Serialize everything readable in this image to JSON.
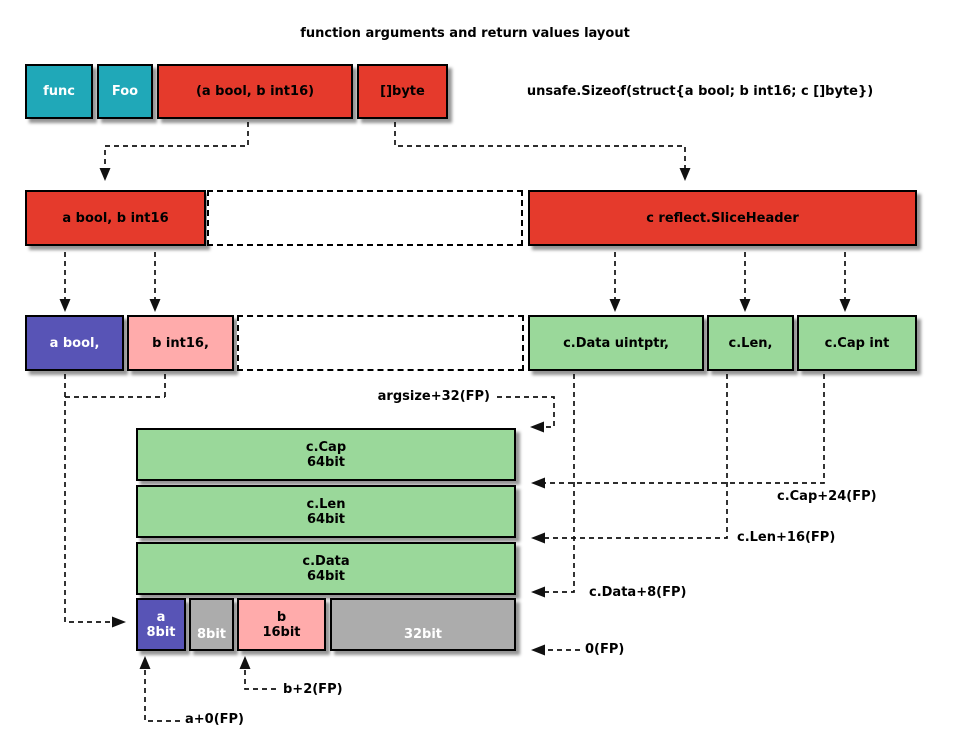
{
  "title": "function arguments and return values layout",
  "annotation": "unsafe.Sizeof(struct{a bool; b int16; c []byte})",
  "row1": {
    "func": "func",
    "foo": "Foo",
    "args": "(a bool, b int16)",
    "ret": "[]byte"
  },
  "row2": {
    "args": "a bool, b int16",
    "slice": "c reflect.SliceHeader"
  },
  "row3": {
    "a": "a bool,",
    "b": "b int16,",
    "cdata": "c.Data uintptr,",
    "clen": "c.Len,",
    "ccap": "c.Cap int"
  },
  "stack": {
    "ccap": {
      "name": "c.Cap",
      "size": "64bit"
    },
    "clen": {
      "name": "c.Len",
      "size": "64bit"
    },
    "cdata": {
      "name": "c.Data",
      "size": "64bit"
    },
    "a": {
      "name": "a",
      "size": "8bit"
    },
    "pad8": {
      "size": "8bit"
    },
    "b": {
      "name": "b",
      "size": "16bit"
    },
    "pad32": {
      "size": "32bit"
    }
  },
  "fp": {
    "argsize": "argsize+32(FP)",
    "ccap": "c.Cap+24(FP)",
    "clen": "c.Len+16(FP)",
    "cdata": "c.Data+8(FP)",
    "zero": "0(FP)",
    "b": "b+2(FP)",
    "a": "a+0(FP)"
  },
  "colors": {
    "teal": "#20A8B8",
    "red": "#E53A2C",
    "purple": "#5854B6",
    "pink": "#FFABAB",
    "green": "#9AD89A",
    "gray": "#ACACAC"
  }
}
